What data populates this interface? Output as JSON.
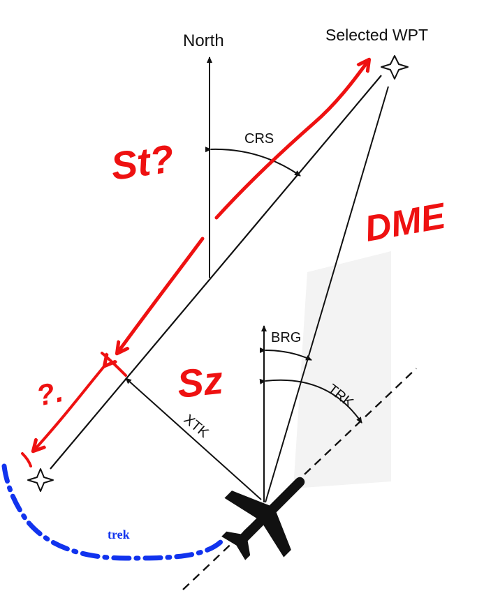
{
  "labels": {
    "north": "North",
    "selected_wpt": "Selected WPT",
    "crs": "CRS",
    "brg": "BRG",
    "trk": "TRK",
    "xtk": "XTK",
    "trek": "trek"
  },
  "annotations": {
    "st": "St?",
    "dme": "DME",
    "sz": "Sz",
    "question": "?."
  },
  "colors": {
    "line": "#111111",
    "annotation_red": "#ee1111",
    "trek_blue": "#1133ee"
  },
  "icons": {
    "aircraft": "airplane-icon",
    "waypoint": "star-waypoint-icon"
  }
}
